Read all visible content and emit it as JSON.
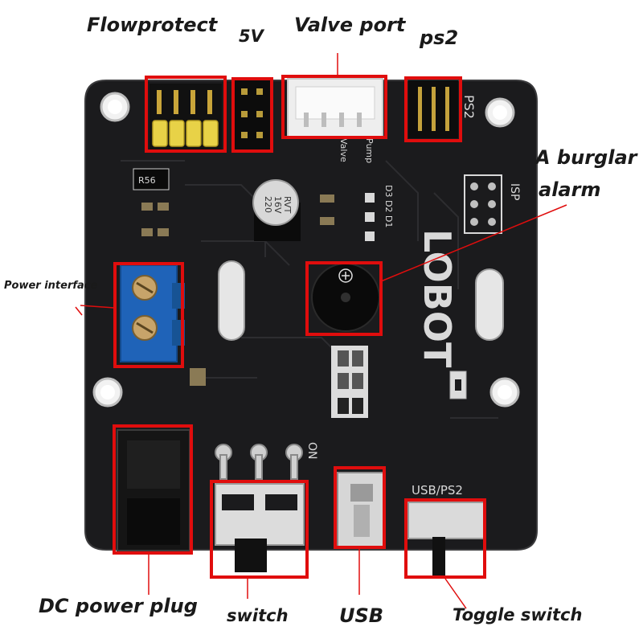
{
  "labels": {
    "flowprotect": "Flowprotect",
    "five_v": "5V",
    "valve_port": "Valve port",
    "ps2": "ps2",
    "burglar_alarm_line1": "A burglar",
    "burglar_alarm_line2": "alarm",
    "power_interface": "Power interface",
    "dc_power_plug": "DC power plug",
    "switch": "switch",
    "usb": "USB",
    "toggle_switch": "Toggle switch"
  },
  "silkscreen": {
    "brand": "LOBOT",
    "ps2_side": "PS2",
    "isp": "ISP",
    "usb_ps2": "USB/PS2",
    "on": "ON",
    "cap_value_1": "220",
    "cap_value_2": "16V",
    "cap_value_3": "RVT",
    "resistor": "R56",
    "valve": "Valve",
    "pump": "Pump",
    "led_labels": "D3 D2 D1"
  },
  "colors": {
    "annotation_box": "#e00d0d",
    "board": "#1b1b1d",
    "silkscreen": "#d9d9d9",
    "terminal_block": "#1f63b8",
    "jumper_yellow": "#e8d247"
  }
}
